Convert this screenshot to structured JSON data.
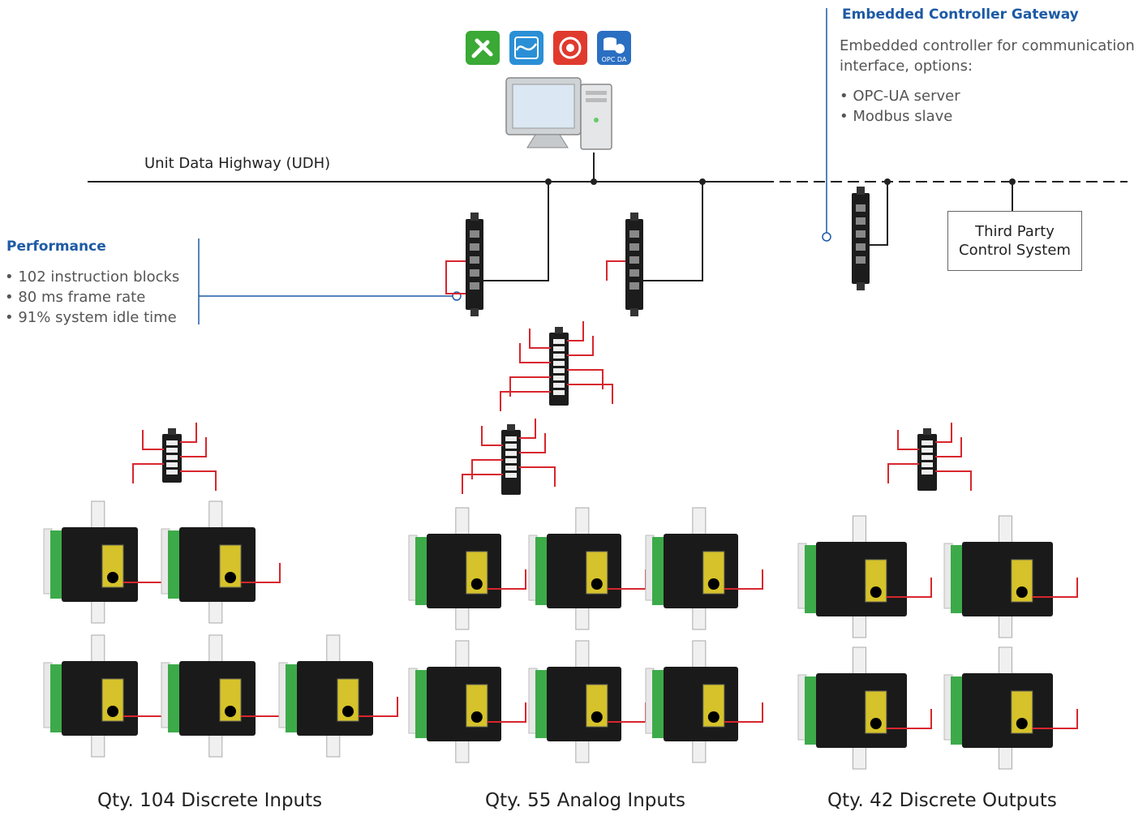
{
  "network": {
    "udh_label": "Unit Data Highway (UDH)"
  },
  "gateway_callout": {
    "title": "Embedded Controller Gateway",
    "description": "Embedded controller for communication interface, options:",
    "options": [
      "OPC-UA server",
      "Modbus slave"
    ]
  },
  "performance_callout": {
    "title": "Performance",
    "items": [
      "102 instruction blocks",
      "80 ms frame rate",
      "91% system idle time"
    ]
  },
  "third_party": {
    "line1": "Third Party",
    "line2": "Control System"
  },
  "app_icons": [
    {
      "icon": "tools-icon",
      "color": "#3aa935"
    },
    {
      "icon": "trend-icon",
      "color": "#2b8fd6"
    },
    {
      "icon": "alarm-icon",
      "color": "#e03a2e"
    },
    {
      "icon": "opc-da-database-icon",
      "color": "#2b6fc2",
      "label": "OPC DA"
    }
  ],
  "groups": [
    {
      "caption": "Qty. 104 Discrete Inputs"
    },
    {
      "caption": "Qty. 55 Analog Inputs"
    },
    {
      "caption": "Qty. 42 Discrete Outputs"
    }
  ],
  "colors": {
    "accent": "#1d5aa5",
    "link_red": "#d8262e",
    "module_green": "#3daa4a",
    "module_yellow": "#d6c22a"
  }
}
